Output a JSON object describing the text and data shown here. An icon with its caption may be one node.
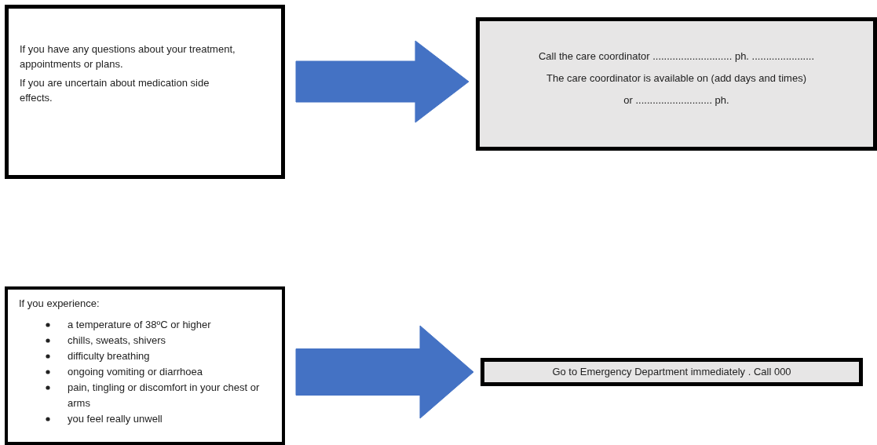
{
  "diagram": {
    "nodes": [
      {
        "text": [
          "If you have any questions about your treatment, appointments or plans.",
          "If you are uncertain about medication side effects."
        ]
      },
      {
        "text": [
          "Call the care coordinator ............................ ph. ......................",
          "The care coordinator is available on (add days and times)",
          "or ........................... ph."
        ]
      },
      {
        "text": [
          "If you experience:",
          "a temperature of 38ºC or higher",
          "chills, sweats, shivers",
          "difficulty breathing",
          "ongoing vomiting or diarrhoea",
          "pain, tingling or discomfort in your chest or arms",
          "you feel really unwell"
        ]
      },
      {
        "text": [
          "Go to Emergency Department immediately . Call 000"
        ]
      }
    ],
    "edges": [
      {
        "from": 0,
        "to": 1,
        "arrow": "to",
        "style": "thick",
        "color": "#4472c4"
      },
      {
        "from": 2,
        "to": 3,
        "arrow": "to",
        "style": "thick",
        "color": "#4472c4"
      }
    ]
  }
}
